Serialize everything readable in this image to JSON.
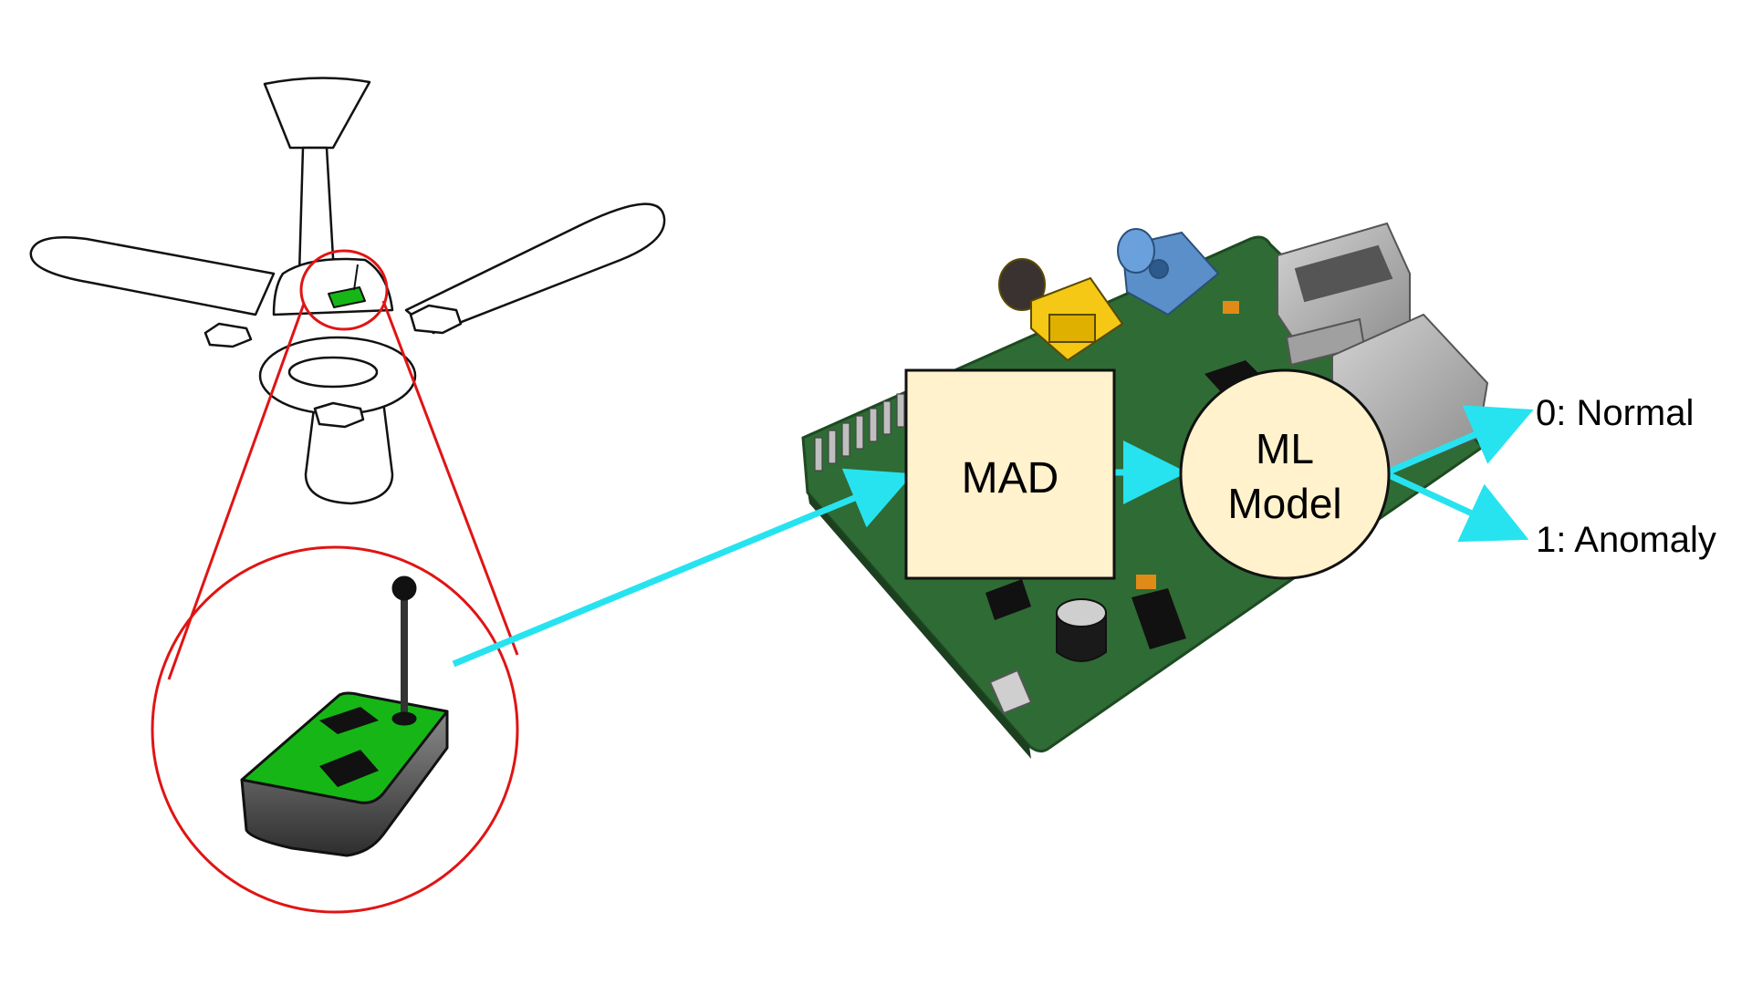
{
  "diagram": {
    "mad_label": "MAD",
    "model_label_line1": "ML",
    "model_label_line2": "Model",
    "output_normal": "0: Normal",
    "output_anomaly": "1: Anomaly"
  },
  "icons": {
    "fan": "ceiling-fan-icon",
    "sensor": "wireless-sensor-icon",
    "board": "single-board-computer-icon"
  },
  "colors": {
    "arrow": "#27E3F0",
    "box_fill": "#FFF2CC",
    "zoom_circle": "#E01414",
    "board_green": "#2F6B35",
    "sensor_green": "#17B617"
  }
}
